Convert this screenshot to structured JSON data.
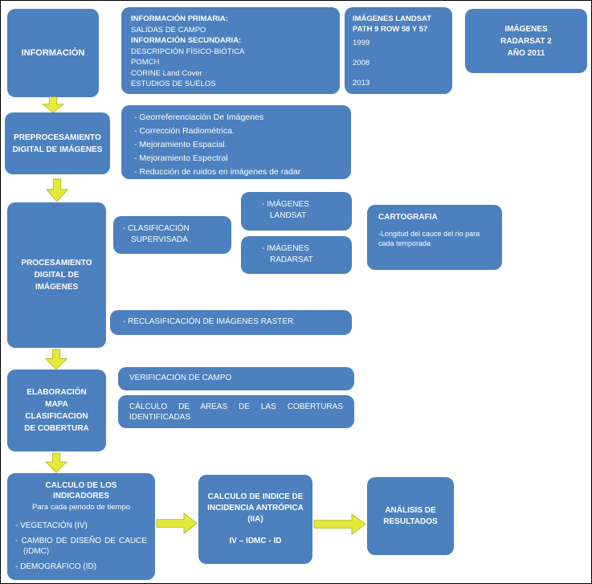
{
  "colors": {
    "box_fill": "#4c80be",
    "text": "#ffffff",
    "arrow_fill": "#e4ea39",
    "arrow_stroke": "#b2b82b",
    "canvas_border": "#000000"
  },
  "nodes": {
    "informacion": {
      "label": "INFORMACIÓN"
    },
    "fuentes": {
      "lines": [
        "INFORMACIÓN PRIMARIA:",
        "SALIDAS DE CAMPO",
        "INFORMACIÓN SECUNDARIA:",
        "DESCRIPCIÓN FÍSICO-BIÓTICA",
        "POMCH",
        "CORINE Land Cover",
        "ESTUDIOS DE SUELOS"
      ]
    },
    "landsat": {
      "title": "IMÁGENES LANDSAT",
      "subtitle": "PATH 9 ROW 58 Y 57",
      "years": [
        "1999",
        "2008",
        "2013"
      ]
    },
    "radarsat": {
      "lines": [
        "IMÁGENES",
        "RADARSAT 2",
        "AÑO 2011"
      ]
    },
    "preprocesamiento": {
      "label": "PREPROCESAMIENTO DIGITAL DE IMÁGENES"
    },
    "preprocesos": {
      "items": [
        "- Georreferenciación De Imágenes",
        "- Corrección Radiométrica.",
        "- Mejoramiento Espacial.",
        "- Mejoramiento Espectral",
        "- Reducción de ruidos en imágenes de radar"
      ]
    },
    "procesamiento": {
      "label": "PROCESAMIENTO DIGITAL DE IMÁGENES"
    },
    "clasificacion_supervisada": {
      "label": "- CLASIFICACIÓN SUPERVISADA"
    },
    "imagenes_landsat": {
      "label": "- IMÁGENES LANDSAT"
    },
    "imagenes_radarsat": {
      "label": "- IMÁGENES RADARSAT"
    },
    "cartografia": {
      "title": "CARTOGRAFIA",
      "note": "-Longitud del cauce del rio para cada temporada"
    },
    "reclasificacion": {
      "label": "- RECLASIFICACIÓN DE IMÁGENES RASTER"
    },
    "elaboracion": {
      "label": "ELABORACIÓN MAPA CLASIFICACION DE COBERTURA"
    },
    "verificacion": {
      "label": "VERIFICACIÓN DE CAMPO"
    },
    "calculo_areas": {
      "label": "CÁLCULO DE AREAS DE LAS COBERTURAS IDENTIFICADAS"
    },
    "indicadores": {
      "title": "CALCULO DE LOS INDICADORES",
      "subtitle": "Para cada periodo de tiempo",
      "items": [
        "- VEGETACIÓN (IV)",
        "- CAMBIO DE DISEÑO DE CAUCE (IDMC)",
        "- DEMOGRÁFICO (ID)"
      ]
    },
    "indice_antropico": {
      "title": "CALCULO DE INDICE DE INCIDENCIA ANTRÓPICA (IIA)",
      "formula": "IV – IDMC - ID"
    },
    "analisis": {
      "label": "ANÁLISIS DE RESULTADOS"
    }
  }
}
